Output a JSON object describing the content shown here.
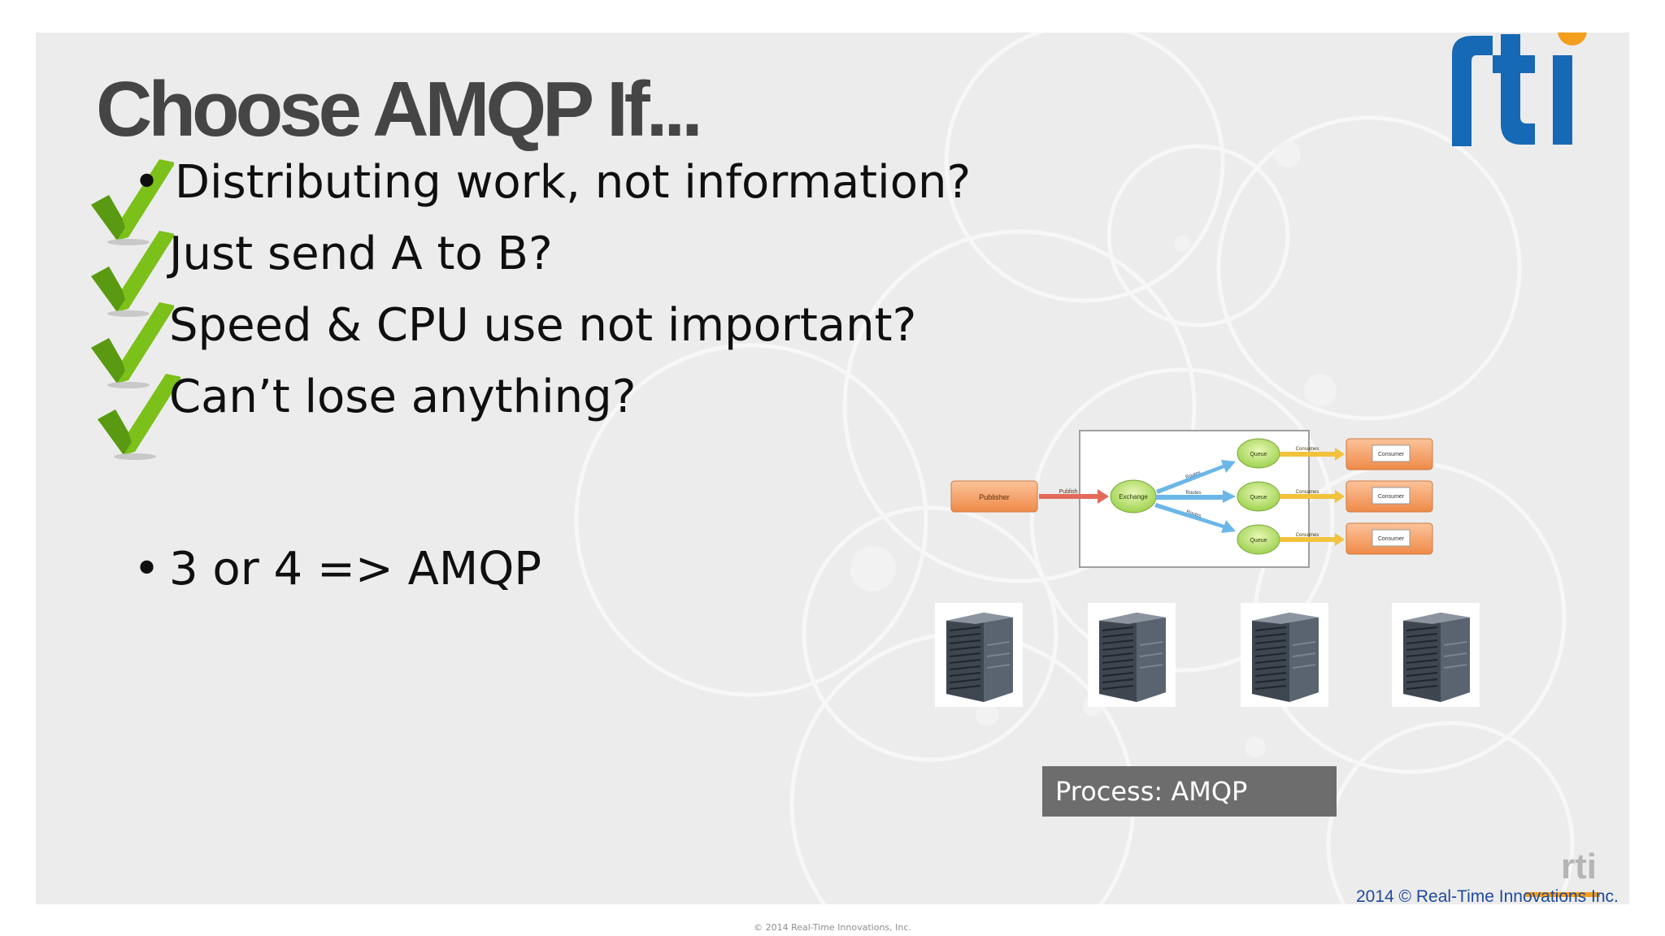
{
  "slide": {
    "title": "Choose AMQP If...",
    "bullets": [
      "• Distributing work, not information?",
      "Just send A to B?",
      "Speed & CPU use not important?",
      "Can’t lose anything?"
    ],
    "summary_bullet": "•",
    "summary_text": "3 or 4 => AMQP",
    "caption": "Process: AMQP",
    "logo_text": "rti",
    "small_logo_text": "rti",
    "copyright": "2014 © Real-Time Innovations Inc.",
    "footer": "© 2014 Real-Time Innovations, Inc."
  },
  "diagram": {
    "publisher": "Publisher",
    "publish": "Publish",
    "exchange": "Exchange",
    "routes": [
      "Routes",
      "Routes",
      "Routes"
    ],
    "queues": [
      "Queue",
      "Queue",
      "Queue"
    ],
    "consumes": [
      "Consumes",
      "Consumes",
      "Consumes"
    ],
    "consumers": [
      "Consumer",
      "Consumer",
      "Consumer"
    ]
  },
  "colors": {
    "logo_blue": "#1669b4",
    "logo_orange": "#f39f1d",
    "check_green": "#7cc01a",
    "slide_bg": "#ececec",
    "caption_bg": "#6d6d6d",
    "copyright_blue": "#1f4a9c"
  },
  "icons": [
    "checkmark-icon",
    "server-icon",
    "rti-logo"
  ]
}
